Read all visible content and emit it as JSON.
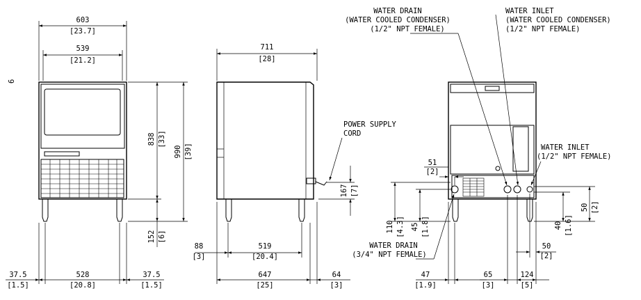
{
  "page_number": "6",
  "front_view": {
    "overall_width": {
      "mm": "603",
      "in": "[23.7]"
    },
    "door_width": {
      "mm": "539",
      "in": "[21.2]"
    },
    "cabinet_height": {
      "mm": "838",
      "in": "[33]"
    },
    "overall_height": {
      "mm": "990",
      "in": "[39]"
    },
    "leg_height": {
      "mm": "152",
      "in": "[6]"
    },
    "left_offset": {
      "mm": "37.5",
      "in": "[1.5]"
    },
    "leg_span": {
      "mm": "528",
      "in": "[20.8]"
    },
    "right_offset": {
      "mm": "37.5",
      "in": "[1.5]"
    }
  },
  "side_view": {
    "overall_depth": {
      "mm": "711",
      "in": "[28]"
    },
    "cord_height": {
      "mm": "167",
      "in": "[7]"
    },
    "front_offset": {
      "mm": "88",
      "in": "[3]"
    },
    "leg_span": {
      "mm": "519",
      "in": "[20.4]"
    },
    "base_depth": {
      "mm": "647",
      "in": "[25]"
    },
    "rear_offset": {
      "mm": "64",
      "in": "[3]"
    },
    "power_cord_label": [
      "POWER SUPPLY",
      "CORD"
    ]
  },
  "rear_view": {
    "drain_condenser_label": [
      "WATER DRAIN",
      "(WATER COOLED CONDENSER)",
      "(1/2\" NPT FEMALE)"
    ],
    "inlet_condenser_label": [
      "WATER INLET",
      "(WATER COOLED CONDENSER)",
      "(1/2\" NPT FEMALE)"
    ],
    "water_inlet_label": [
      "WATER INLET",
      "(1/2\" NPT FEMALE)"
    ],
    "water_drain_label": [
      "WATER DRAIN",
      "(3/4\" NPT FEMALE)"
    ],
    "drain_offset_top": {
      "mm": "51",
      "in": "[2]"
    },
    "drain_height": {
      "mm": "110",
      "in": "[4.3]"
    },
    "drain_height_small": {
      "mm": "45",
      "in": "[1.8]"
    },
    "inlet_height_small": {
      "mm": "40",
      "in": "[1.6]"
    },
    "inlet_height": {
      "mm": "50",
      "in": "[2]"
    },
    "inlet_offset_right": {
      "mm": "50",
      "in": "[2]"
    },
    "drain_from_left": {
      "mm": "47",
      "in": "[1.9]"
    },
    "inlet_spacing": {
      "mm": "65",
      "in": "[3]"
    },
    "inlet_from_right": {
      "mm": "124",
      "in": "[5]"
    }
  }
}
